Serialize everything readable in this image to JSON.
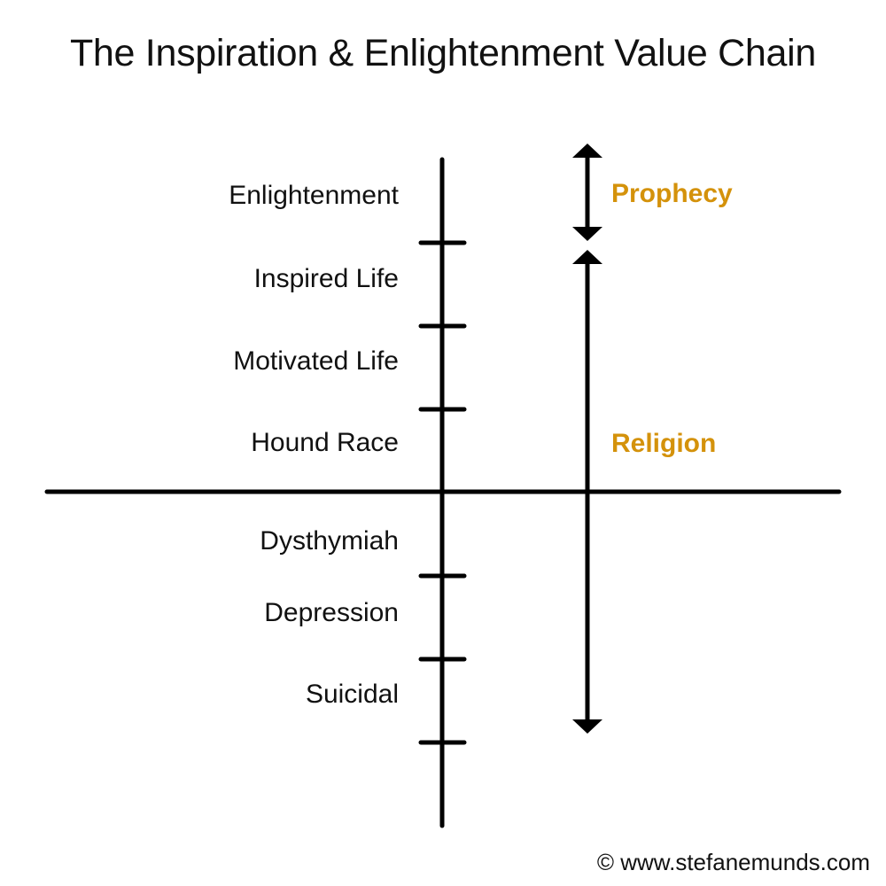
{
  "title": "The Inspiration & Enlightenment Value Chain",
  "scale": {
    "upper_levels": [
      "Enlightenment",
      "Inspired Life",
      "Motivated Life",
      "Hound Race"
    ],
    "lower_levels": [
      "Dysthymiah",
      "Depression",
      "Suicidal"
    ]
  },
  "bands": {
    "prophecy_label": "Prophecy",
    "religion_label": "Religion"
  },
  "colors": {
    "accent": "#d4920b",
    "line": "#000000"
  },
  "credit": "© www.stefanemunds.com"
}
